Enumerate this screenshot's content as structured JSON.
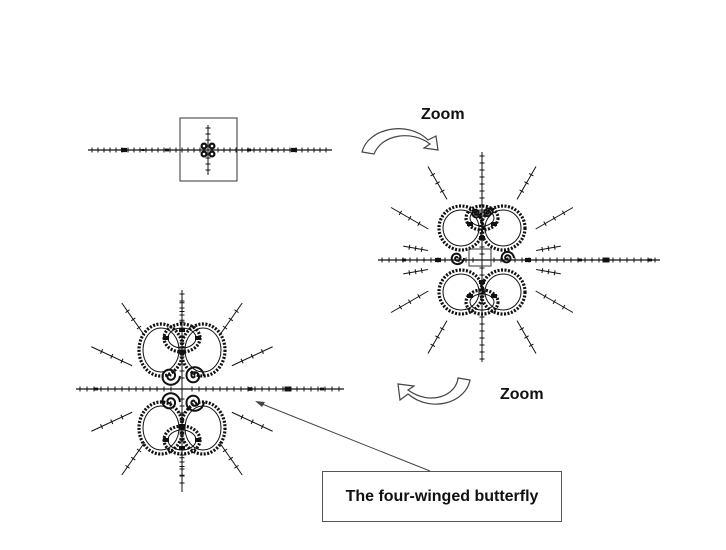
{
  "labels": {
    "zoom_top": "Zoom",
    "zoom_bottom": "Zoom",
    "caption": "The four-winged butterfly"
  },
  "colors": {
    "ink": "#111111",
    "frame": "#333333",
    "arrow_stroke": "#444444"
  }
}
